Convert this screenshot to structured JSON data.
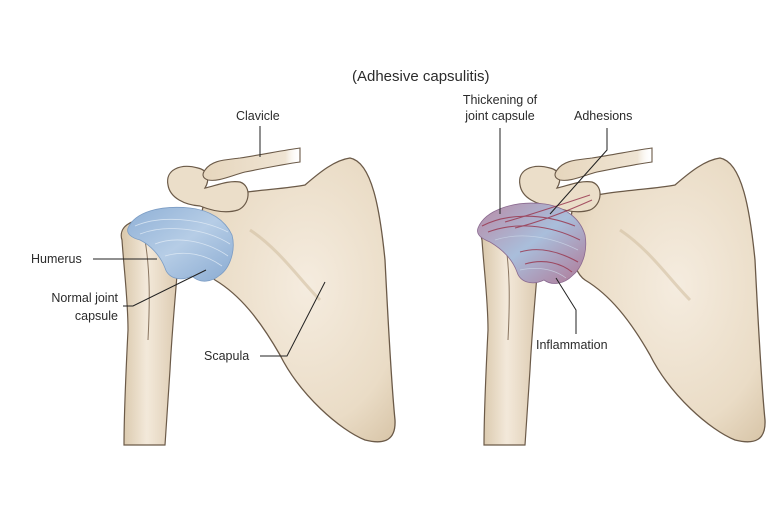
{
  "figure": {
    "title": "(Adhesive capsulitis)",
    "panels": [
      {
        "id": "normal",
        "labels": {
          "clavicle": "Clavicle",
          "humerus": "Humerus",
          "normal_joint_capsule_line1": "Normal joint",
          "normal_joint_capsule_line2": "capsule",
          "scapula": "Scapula"
        }
      },
      {
        "id": "adhesive-capsulitis",
        "labels": {
          "thickening_line1": "Thickening of",
          "thickening_line2": "joint capsule",
          "adhesions": "Adhesions",
          "inflammation": "Inflammation"
        }
      }
    ],
    "colors": {
      "bone": "#eadcc6",
      "bone_outline": "#6b5a48",
      "normal_capsule": "#9dbbdc",
      "inflamed_capsule": "#9a3a52",
      "leader_line": "#222222"
    }
  }
}
